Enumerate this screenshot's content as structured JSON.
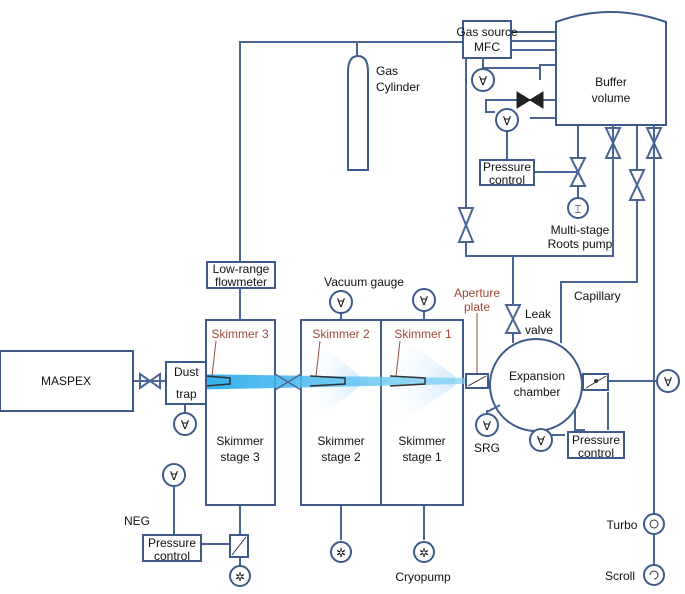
{
  "labels": {
    "gas_source": "Gas source",
    "mfc": "MFC",
    "gas": "Gas",
    "cylinder": "Cylinder",
    "buffer": "Buffer",
    "volume": "volume",
    "pressure_top1": "Pressure",
    "control_top1": "control",
    "multistage": "Multi-stage",
    "roots_pump": "Roots pump",
    "low_range": "Low-range",
    "flowmeter": "flowmeter",
    "vacuum_gauge": "Vacuum gauge",
    "aperture": "Aperture",
    "plate": "plate",
    "leak": "Leak",
    "valve": "valve",
    "capillary": "Capillary",
    "skimmer3": "Skimmer 3",
    "skimmer2": "Skimmer 2",
    "skimmer1": "Skimmer 1",
    "maspex": "MASPEX",
    "dust": "Dust",
    "trap": "trap",
    "expansion": "Expansion",
    "chamber": "chamber",
    "srg": "SRG",
    "pressure_right": "Pressure",
    "control_right": "control",
    "stage3_a": "Skimmer",
    "stage3_b": "stage 3",
    "stage2_a": "Skimmer",
    "stage2_b": "stage 2",
    "stage1_a": "Skimmer",
    "stage1_b": "stage 1",
    "neg": "NEG",
    "pressure_bottom": "Pressure",
    "control_bottom": "control",
    "cryopump": "Cryopump",
    "turbo": "Turbo",
    "scroll": "Scroll"
  },
  "colors": {
    "pipe": "#4a6494",
    "box_border": "#3d5a8a",
    "skimmer_label": "#9b4a3a",
    "beam": "#29a9e6"
  }
}
